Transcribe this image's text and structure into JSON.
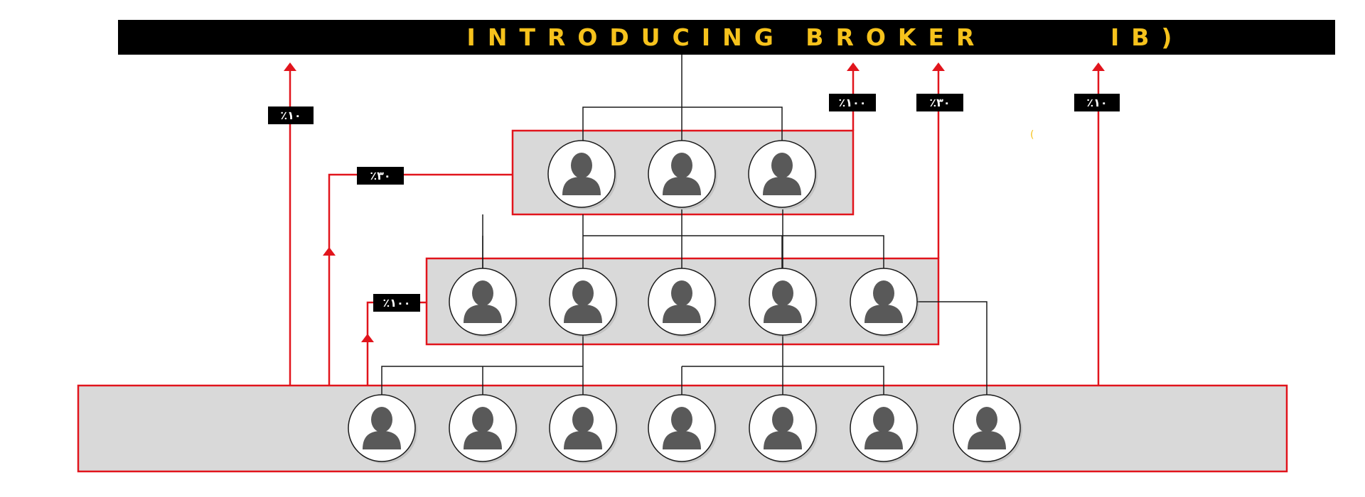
{
  "header": {
    "title": "INTRODUCING BROKER",
    "title_tail": "IB)",
    "mark": "("
  },
  "percent_labels": {
    "left_outer": "٪۱۰",
    "left_mid": "٪۳۰",
    "left_inner": "٪۱۰۰",
    "top_tier_right": "٪۱۰۰",
    "mid_tier_right": "٪۳۰",
    "far_right": "٪۱۰"
  },
  "tiers": [
    {
      "name": "top",
      "members": 3
    },
    {
      "name": "middle",
      "members": 5
    },
    {
      "name": "bottom",
      "members": 7
    }
  ],
  "colors": {
    "accent": "#e1141c",
    "banner_bg": "#000000",
    "banner_text": "#f6c21c",
    "tier_fill": "#d9d9d9",
    "avatar": "#595959",
    "connector": "#1a1a1a"
  },
  "icons": {
    "member": "person-icon",
    "flow": "arrow-up-icon"
  }
}
